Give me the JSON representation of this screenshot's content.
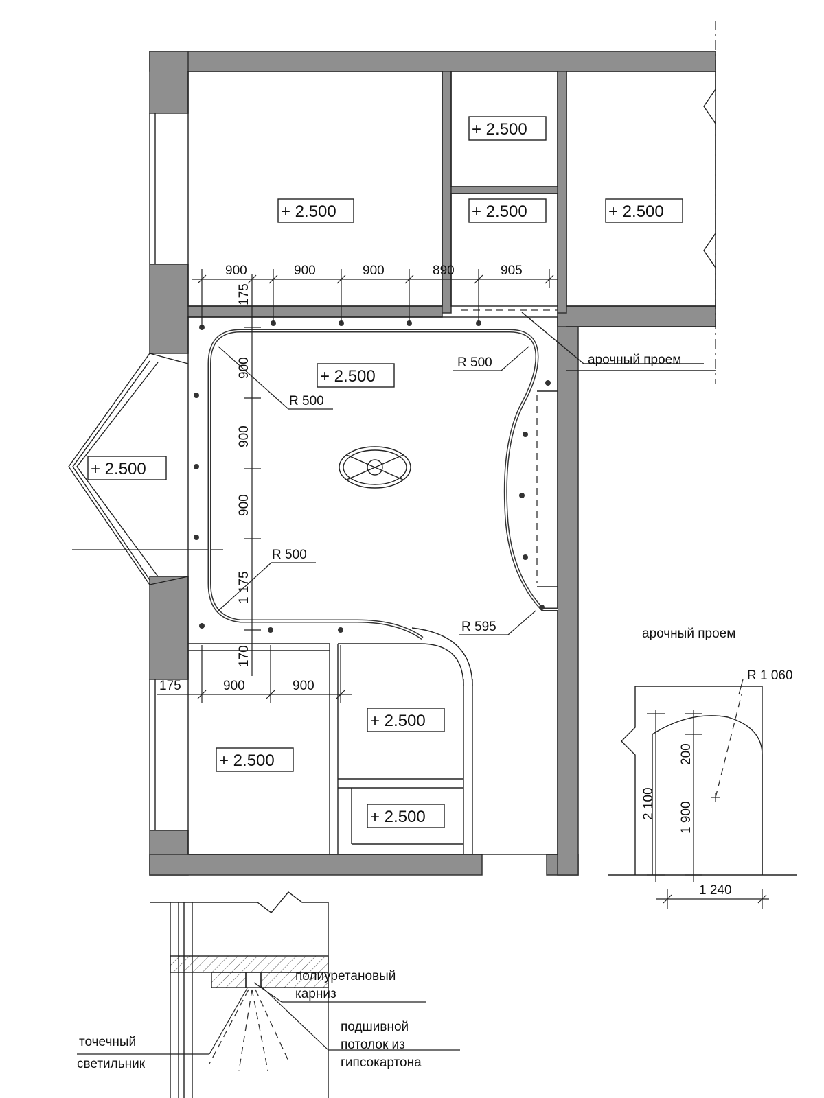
{
  "levels": {
    "room_top_left": "+ 2.500",
    "room_small_upper": "+ 2.500",
    "room_small_lower": "+ 2.500",
    "room_top_right": "+ 2.500",
    "living_room": "+ 2.500",
    "bay_window": "+ 2.500",
    "room_bottom_left": "+ 2.500",
    "room_bottom_mid_upper": "+ 2.500",
    "room_bottom_mid_lower": "+ 2.500"
  },
  "dimensions": {
    "top_row": [
      "900",
      "900",
      "900",
      "890",
      "905"
    ],
    "top_offset": "175",
    "vertical": [
      "900",
      "900",
      "900",
      "1 175"
    ],
    "bottom_offset": "170",
    "bottom_row_start": "175",
    "bottom_row": [
      "900",
      "900"
    ]
  },
  "radii": {
    "top_left": "R 500",
    "top_right": "R 500",
    "bottom_left": "R 500",
    "bottom_right": "R 595"
  },
  "labels": {
    "arch_opening": "арочный проем",
    "arch_detail_title": "арочный проем"
  },
  "arch_detail": {
    "radius": "R 1 060",
    "total_height": "2 100",
    "rise": "200",
    "straight_height": "1 900",
    "width": "1 240"
  },
  "section_detail": {
    "cornice": "полиуретановый\nкарниз",
    "cornice_line1": "полиуретановый",
    "cornice_line2": "карниз",
    "ceiling_line1": "подшивной",
    "ceiling_line2": "потолок из",
    "ceiling_line3": "гипсокартона",
    "light_line1": "точечный",
    "light_line2": "светильник"
  }
}
